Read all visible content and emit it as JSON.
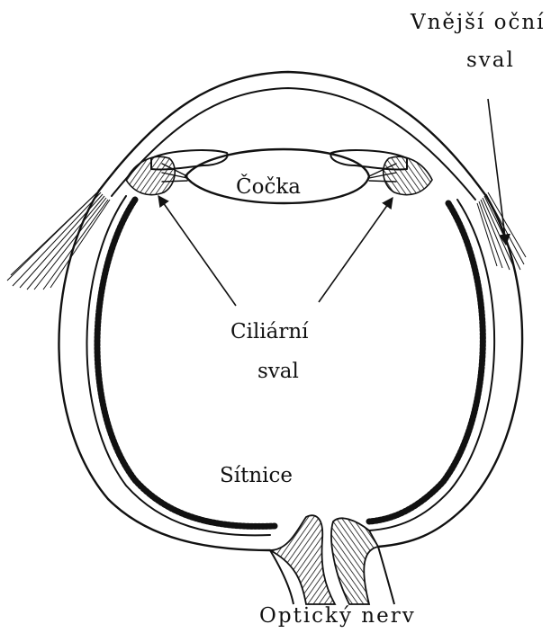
{
  "labels": {
    "lens": "Čočka",
    "ciliary_line1": "Ciliární",
    "ciliary_line2": "sval",
    "retina": "Sítnice",
    "extra_muscle_line1": "Vnější oční",
    "extra_muscle_line2": "sval",
    "optic_nerve": "Optický nerv"
  },
  "colors": {
    "ink": "#111111",
    "background": "#ffffff"
  }
}
